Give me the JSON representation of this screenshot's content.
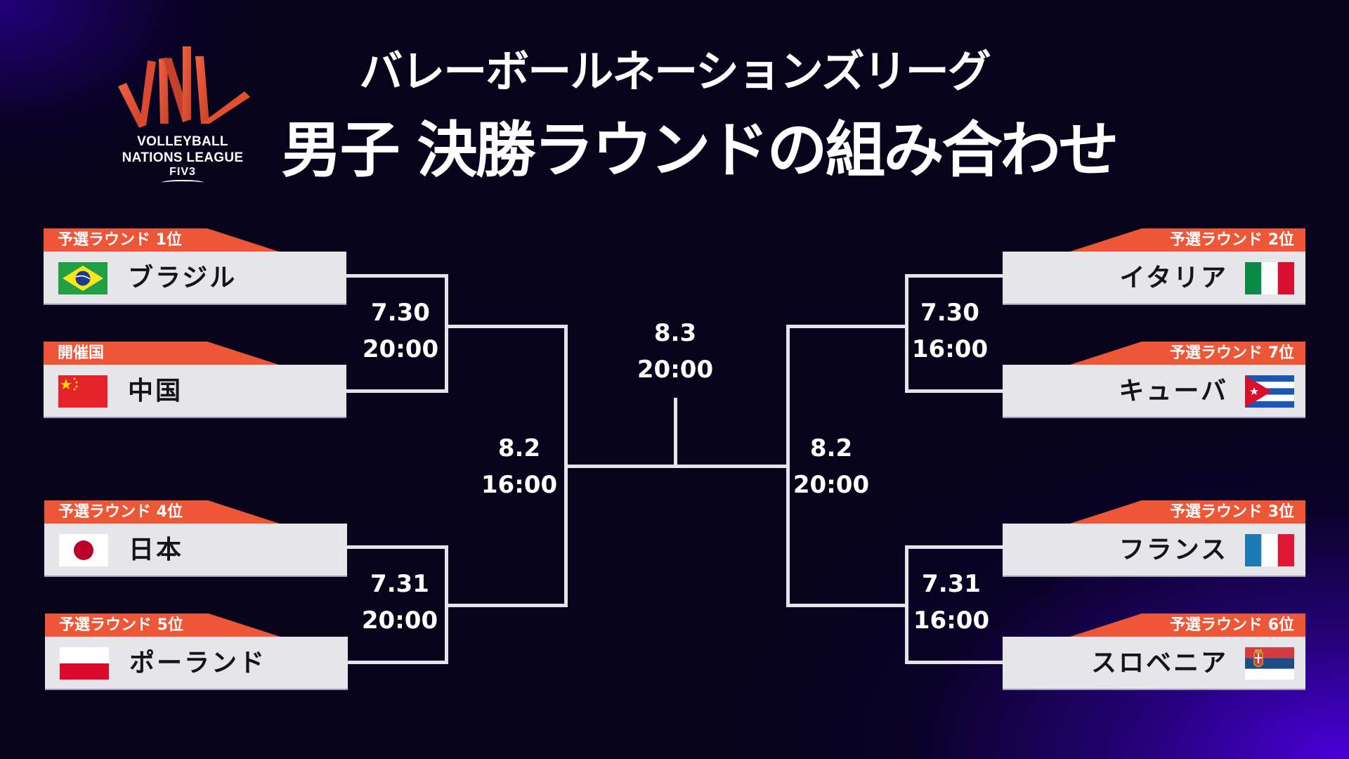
{
  "logo": {
    "line1": "VOLLEYBALL",
    "line2": "NATIONS LEAGUE",
    "federation": "FIV3",
    "mark": "VNL",
    "colors": {
      "ribbon": "#e8553a",
      "ribbon_dark": "#b93a26"
    }
  },
  "header": {
    "title_line1": "バレーボールネーションズリーグ",
    "title_line2": "男子 決勝ラウンドの組み合わせ"
  },
  "colors": {
    "background": "#06031a",
    "glow": "#4e00e6",
    "tab": "#ee5638",
    "card": "#e6e6ea",
    "line": "#e4e3ec"
  },
  "teams": {
    "brazil": {
      "tag": "予選ラウンド 1位",
      "name": "ブラジル",
      "flag": "brazil-flag"
    },
    "china": {
      "tag": "開催国",
      "name": "中国",
      "flag": "china-flag"
    },
    "japan": {
      "tag": "予選ラウンド 4位",
      "name": "日本",
      "flag": "japan-flag"
    },
    "poland": {
      "tag": "予選ラウンド 5位",
      "name": "ポーランド",
      "flag": "poland-flag"
    },
    "italy": {
      "tag": "予選ラウンド 2位",
      "name": "イタリア",
      "flag": "italy-flag"
    },
    "cuba": {
      "tag": "予選ラウンド 7位",
      "name": "キューバ",
      "flag": "cuba-flag"
    },
    "france": {
      "tag": "予選ラウンド 3位",
      "name": "フランス",
      "flag": "france-flag"
    },
    "slovenia": {
      "tag": "予選ラウンド 6位",
      "name": "スロベニア",
      "flag": "serbia-style-flag"
    }
  },
  "matches": {
    "qf_left_top": {
      "date": "7.30",
      "time": "20:00"
    },
    "qf_left_bottom": {
      "date": "7.31",
      "time": "20:00"
    },
    "qf_right_top": {
      "date": "7.30",
      "time": "16:00"
    },
    "qf_right_bottom": {
      "date": "7.31",
      "time": "16:00"
    },
    "sf_left": {
      "date": "8.2",
      "time": "16:00"
    },
    "sf_right": {
      "date": "8.2",
      "time": "20:00"
    },
    "final": {
      "date": "8.3",
      "time": "20:00"
    }
  }
}
